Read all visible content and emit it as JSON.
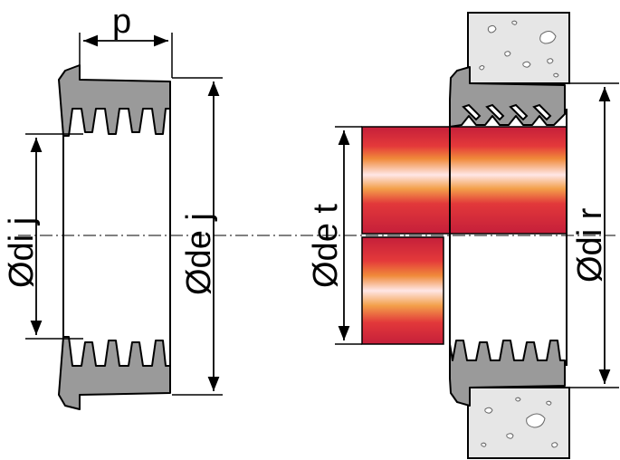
{
  "labels": {
    "pitch": "p",
    "inner_diameter_seal": "Ødi j",
    "outer_diameter_seal": "Øde j",
    "outer_diameter_pipe": "Øde t",
    "inner_diameter_opening": "Ødi r"
  },
  "colors": {
    "rubber": "#9a9a9a",
    "line": "#000000",
    "concrete": "#e6e6e6",
    "pipe_dark": "#c8203a",
    "pipe_mid": "#e8453a",
    "pipe_light": "#ffe3e3",
    "pipe_orange": "#f08a3a"
  },
  "icons": {
    "arrow": "dimension-arrow",
    "centerline": "dash-dot-centerline"
  }
}
